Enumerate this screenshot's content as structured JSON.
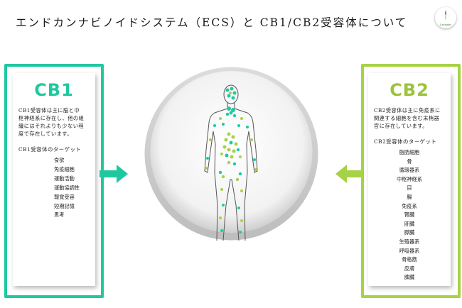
{
  "title": "エンドカンナビノイドシステム（ECS）と CB1/CB2受容体について",
  "logo": {
    "icon": "cannabis-leaf-icon",
    "text": "Cannabis"
  },
  "colors": {
    "cb1": "#1fc9a0",
    "cb2": "#a6d246"
  },
  "cb1": {
    "heading": "CB1",
    "description": [
      "CB1受容体は主に脳と中",
      "枢神経系に存在し、他の組",
      "織にはそれよりも少ない程",
      "度で存在しています。"
    ],
    "targets_label": "CB1受容体のターゲット",
    "targets": [
      "食欲",
      "免疫細胞",
      "運動活動",
      "運動協調性",
      "報覚受容",
      "短期記憶",
      "思考"
    ]
  },
  "cb2": {
    "heading": "CB2",
    "description": [
      "CB2受容体は主に免疫系に",
      "関連する細胞を含む末梢器",
      "官に存在しています。"
    ],
    "targets_label": "CB2受容体のターゲット",
    "targets": [
      "脂肪細胞",
      "骨",
      "循環器系",
      "中枢神経系",
      "目",
      "腸",
      "免疫系",
      "腎臓",
      "肝臓",
      "膵臓",
      "生殖器系",
      "呼吸器系",
      "骨格筋",
      "皮膚",
      "脾臓"
    ]
  }
}
